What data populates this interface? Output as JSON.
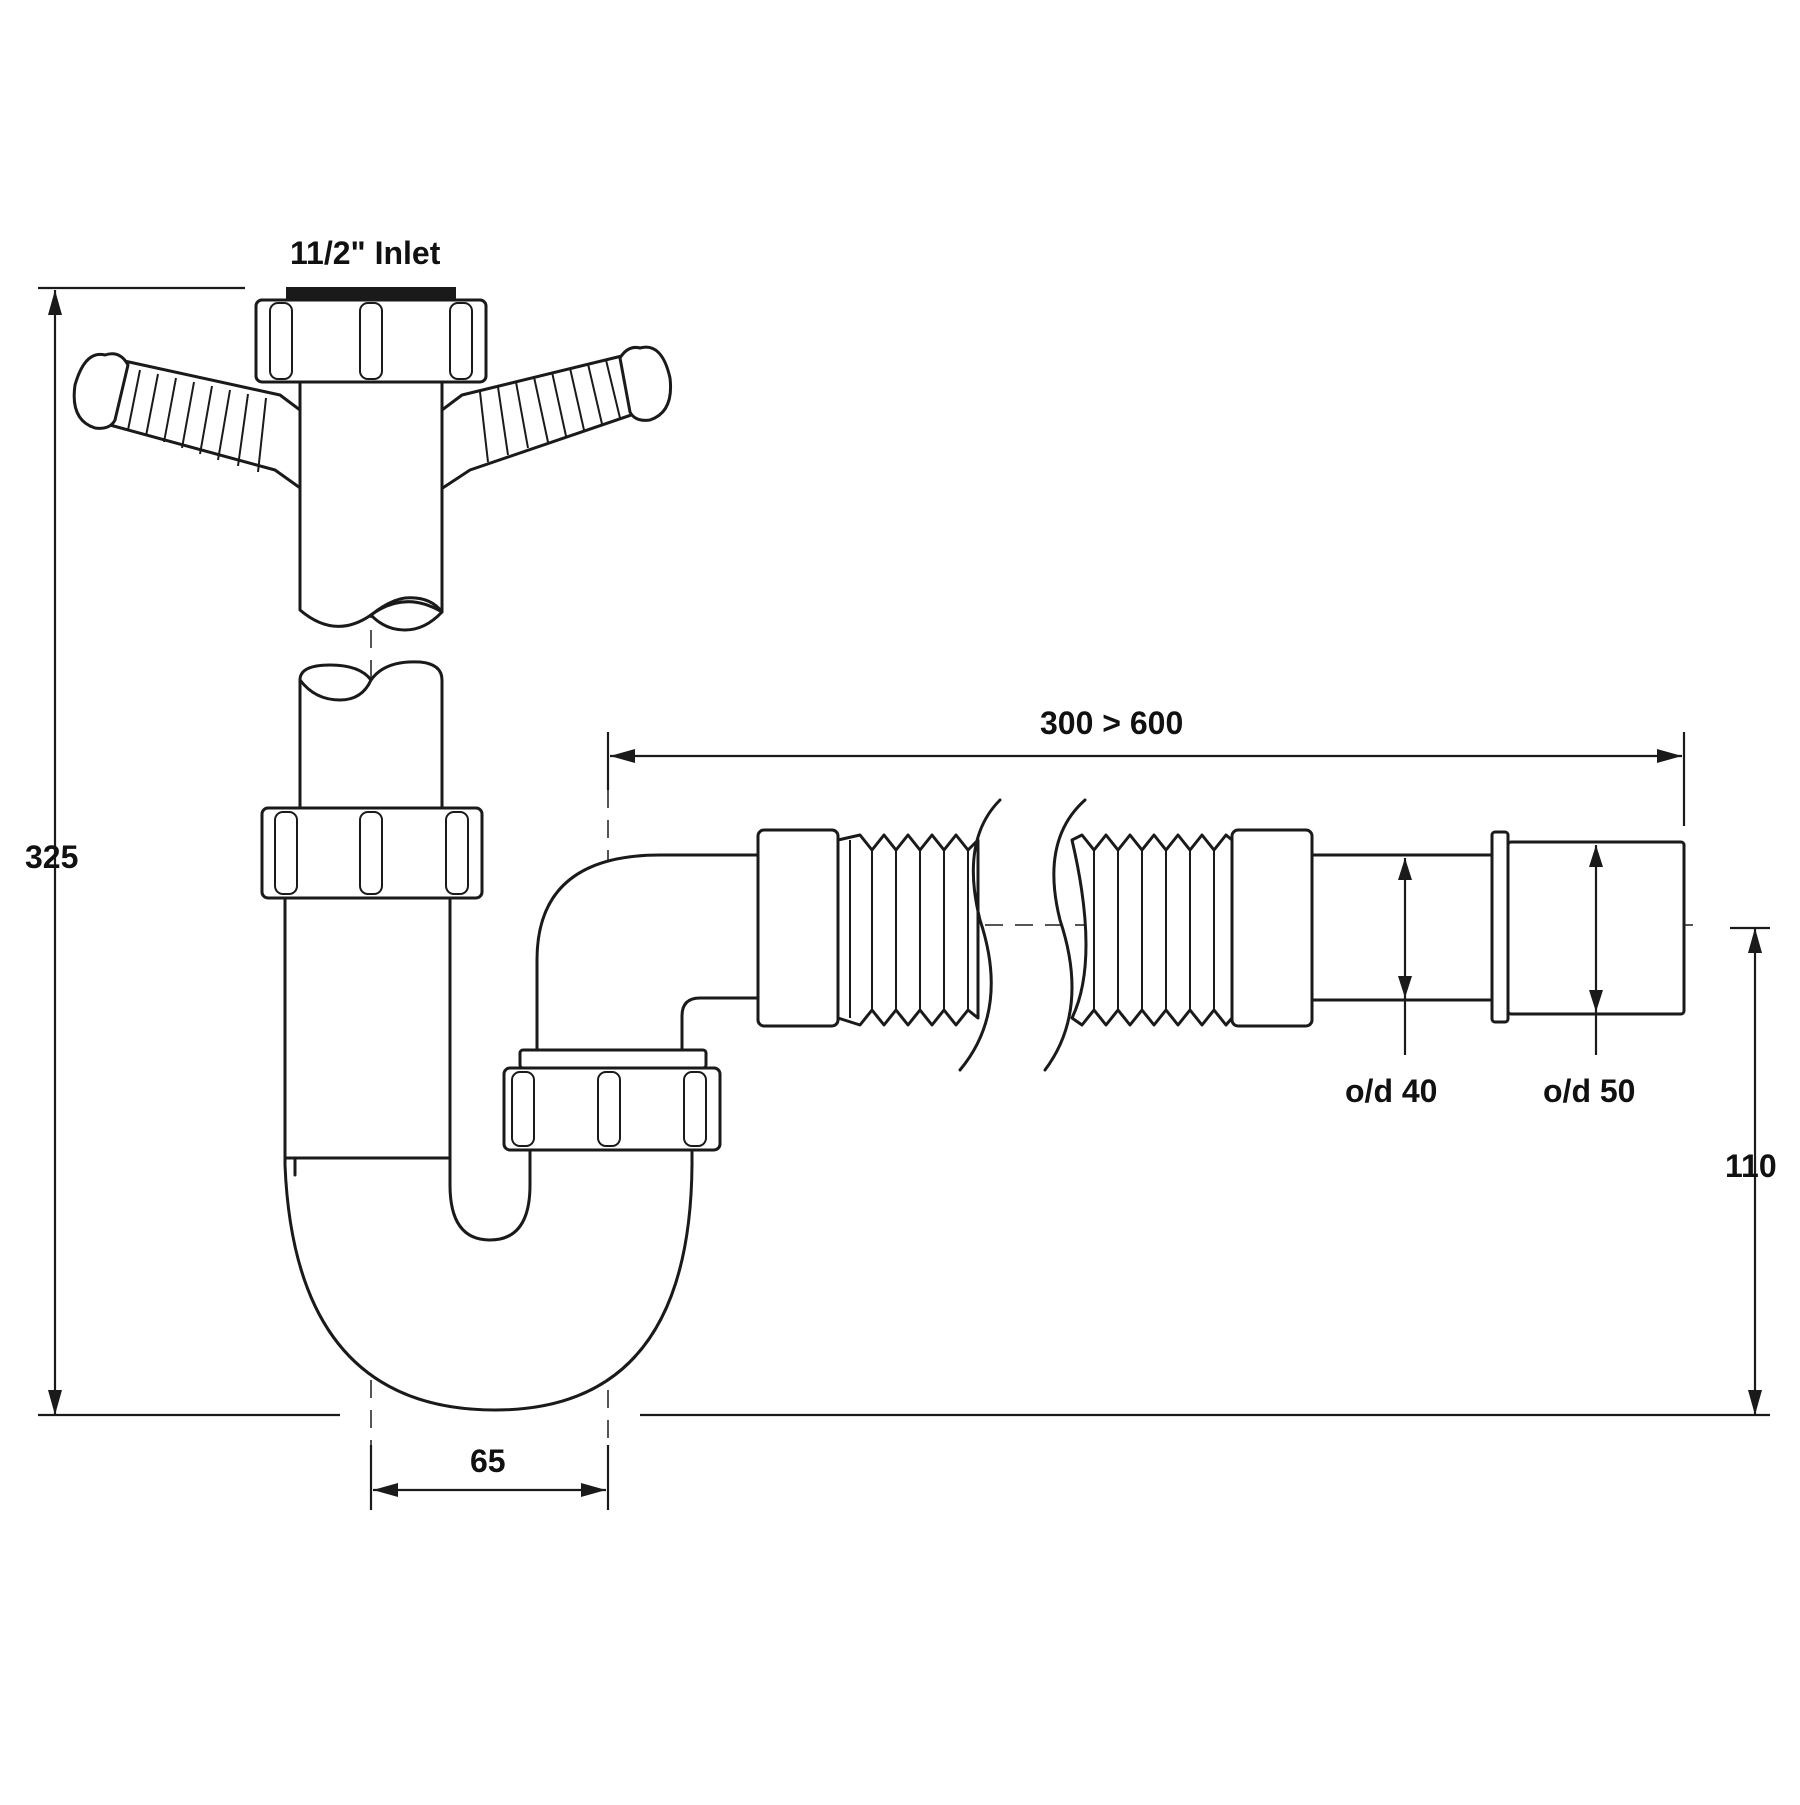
{
  "labels": {
    "inlet": "11/2\" Inlet",
    "length_range": "300 > 600",
    "height": "325",
    "outlet_height": "110",
    "offset": "65",
    "od_small": "o/d 40",
    "od_large": "o/d 50"
  },
  "colors": {
    "line": "#1a1a1a",
    "centerline": "#555555",
    "background": "#ffffff"
  }
}
